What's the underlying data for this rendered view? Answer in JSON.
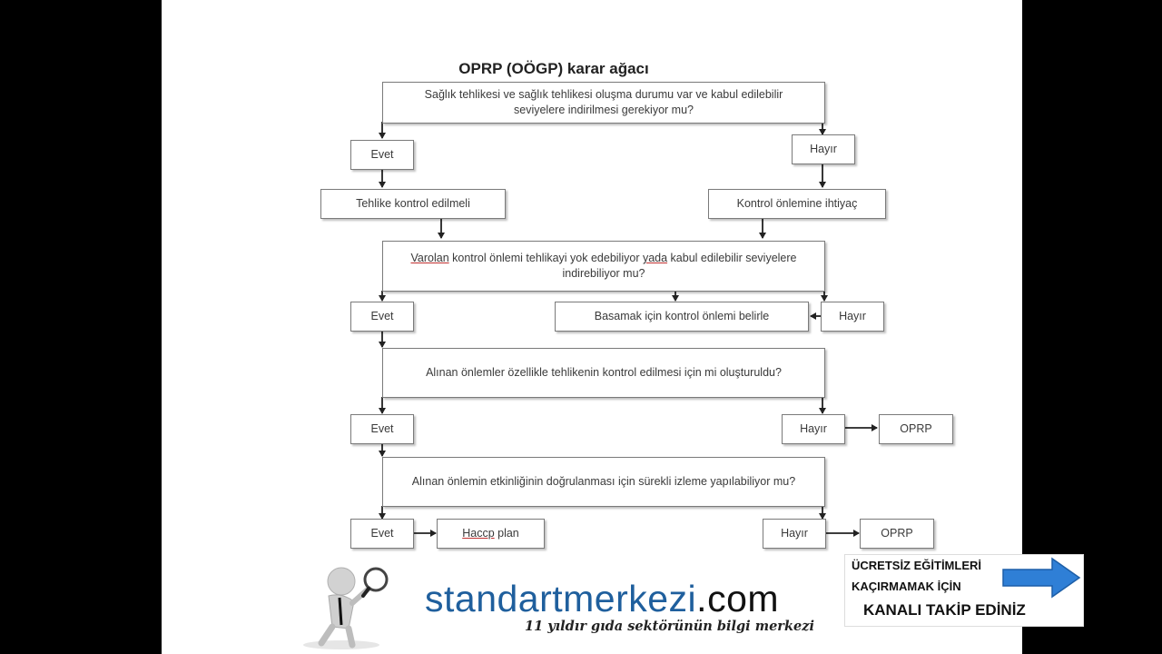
{
  "title": "OPRP (OÖGP) karar ağacı",
  "nodes": {
    "q1": "Sağlık tehlikesi ve sağlık tehlikesi oluşma durumu var ve kabul edilebilir seviyelere indirilmesi gerekiyor mu?",
    "evet1": "Evet",
    "hayir1": "Hayır",
    "tehlike_kontrol": "Tehlike kontrol edilmeli",
    "kontrol_ihtiyac": "Kontrol önlemine ihtiyaç",
    "q2_word1": "Varolan",
    "q2_mid": " kontrol önlemi tehlikayi yok edebiliyor ",
    "q2_word2": "yada",
    "q2_rest": " kabul edilebilir seviyelere indirebiliyor mu?",
    "evet2": "Evet",
    "basamak": "Basamak için kontrol önlemi belirle",
    "hayir2": "Hayır",
    "q3": "Alınan önlemler özellikle tehlikenin kontrol edilmesi için mi oluşturuldu?",
    "evet3": "Evet",
    "hayir3": "Hayır",
    "oprp1": "OPRP",
    "q4": "Alınan önlemin etkinliğinin doğrulanması için sürekli izleme yapılabiliyor mu?",
    "evet4": "Evet",
    "haccp_word": "Haccp",
    "haccp_rest": " plan",
    "hayir4": "Hayır",
    "oprp2": "OPRP"
  },
  "brand": {
    "name": "standartmerkezi",
    "tld": ".com",
    "tagline": "11 yıldır gıda sektörünün bilgi merkezi"
  },
  "promo": {
    "line1": "ÜCRETSİZ EĞİTİMLERİ",
    "line2": "KAÇIRMAMAK İÇİN",
    "line3": "KANALI TAKİP EDİNİZ"
  },
  "colors": {
    "brand_blue": "#1f5f9d",
    "arrow_blue": "#2f7fd6"
  }
}
